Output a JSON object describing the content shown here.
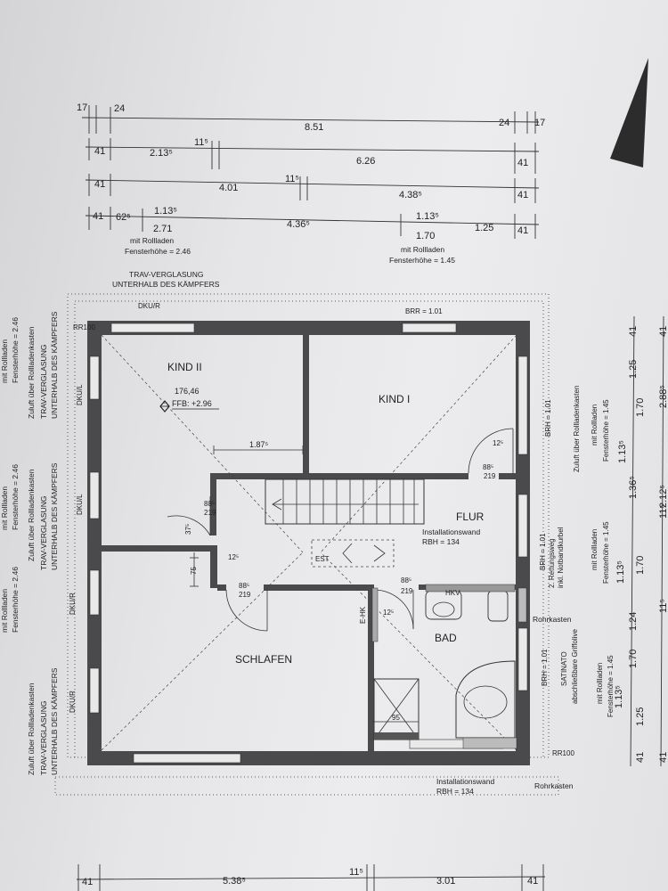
{
  "top_dims": {
    "row1": [
      "17",
      "24",
      "8.51",
      "24",
      "17"
    ],
    "row2": [
      "41",
      "2.13⁵",
      "11⁵",
      "6.26",
      "41"
    ],
    "row3": [
      "41",
      "4.01",
      "11⁵",
      "4.38⁵",
      "41"
    ],
    "row4": [
      "41",
      "62⁵",
      "1.13⁵",
      "2.71",
      "4.36⁵",
      "1.13⁵",
      "1.70",
      "1.25",
      "41"
    ]
  },
  "top_notes": {
    "left_a": "mit Rollladen",
    "left_b": "Fensterhöhe = 2.46",
    "right_a": "mit Rollladen",
    "right_b": "Fensterhöhe = 1.45",
    "trav_a": "TRAV-VERGLASUNG",
    "trav_b": "UNTERHALB DES KÄMPFERS"
  },
  "left_notes": {
    "a1": "mit Rollladen",
    "a2": "Fensterhöhe = 2.46",
    "a3": "Zuluft über Rollladenkasten",
    "a4": "TRAV-VERGLASUNG",
    "a5": "UNTERHALB DES KÄMPFERS",
    "d1": "DKU/L",
    "d2": "DKU/L",
    "d3": "DKU/R",
    "d4": "DKU/R"
  },
  "rooms": {
    "kind2": "KIND II",
    "kind1": "KIND I",
    "flur": "FLUR",
    "schlafen": "SCHLAFEN",
    "bad": "BAD"
  },
  "labels": {
    "level_a": "176,46",
    "level_b": "FFB: +2.96",
    "dim_187": "1.87⁵",
    "dim_12a": "12⁵",
    "door_flur_a": "88⁵",
    "door_flur_b": "219",
    "door_k2_a": "88⁵",
    "door_k2_b": "219",
    "dim_37": "37⁵",
    "dim_75": "75",
    "dim_12b": "12⁵",
    "door_s_a": "88⁵",
    "door_s_b": "219",
    "door_bad_a": "88⁵",
    "door_bad_b": "219",
    "dim_12c": "12⁵",
    "est": "EST",
    "ehk": "E-HK",
    "hkv": "HKV",
    "inst_a": "Installationswand",
    "inst_b": "RBH = 134",
    "inst2_a": "Installationswand",
    "inst2_b": "RBH = 134",
    "rohr1": "Rohrkasten",
    "rohr2": "Rohrkasten",
    "rr100a": "RR100",
    "rr100b": "RR100",
    "dku_top": "DKU/R",
    "brr": "BRR = 1.01",
    "dim_95": "95",
    "brh1": "BRH = 1.01",
    "brh2": "BRH = 1.01",
    "brh3": "BRH = 1.01",
    "rettung_a": "2. Rettungsweg",
    "rettung_b": "inkl. Notbandkurbel",
    "satinato": "SATINATO",
    "griff": "abschließbare Griffolive",
    "zuluft": "Zuluft über Rollladenkasten",
    "r_mit1": "mit Rollladen",
    "r_fh1": "Fensterhöhe = 1.45",
    "r_mit2": "mit Rollladen",
    "r_fh2": "Fensterhöhe = 1.45",
    "r_mit3": "mit Rollladen",
    "r_fh3": "Fensterhöhe = 1.45"
  },
  "right_dims": {
    "a41": "41",
    "a125": "1.25",
    "a113": "1.13⁵",
    "a170": "1.70",
    "a136": "1.36⁵",
    "a124": "1.24",
    "b113": "1.13⁵",
    "b170": "1.70",
    "c41": "41",
    "c125": "1.25",
    "c113": "1.13⁵",
    "c170": "1.70",
    "c41b": "41",
    "o41": "41",
    "o288": "2.88⁵",
    "o115a": "11⁵",
    "o115b": "11⁵",
    "o2125": "2.12⁵"
  },
  "bottom_dims": [
    "41",
    "5.38⁵",
    "11⁵",
    "3.01",
    "41"
  ]
}
